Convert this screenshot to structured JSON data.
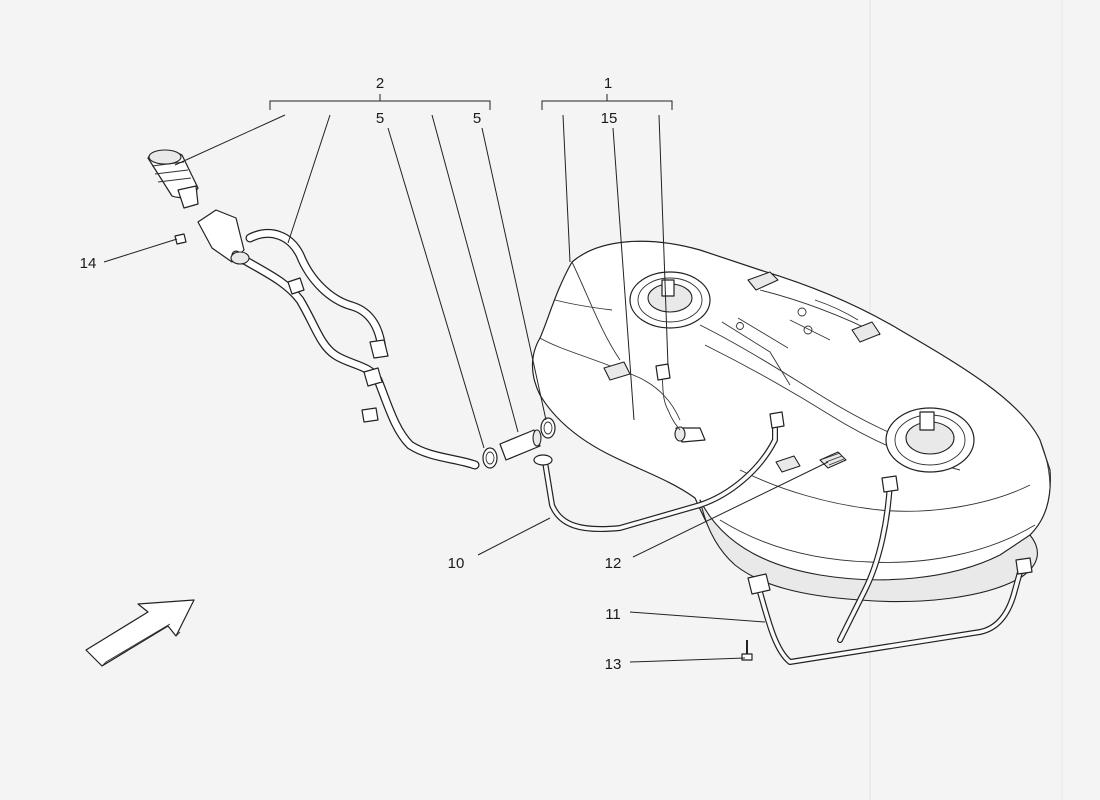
{
  "diagram": {
    "callouts": [
      {
        "id": "group-2",
        "label": "2"
      },
      {
        "id": "group-1",
        "label": "1"
      },
      {
        "id": "callout-5a",
        "label": "5"
      },
      {
        "id": "callout-5b",
        "label": "5"
      },
      {
        "id": "callout-15",
        "label": "15"
      },
      {
        "id": "callout-14",
        "label": "14"
      },
      {
        "id": "callout-10",
        "label": "10"
      },
      {
        "id": "callout-12",
        "label": "12"
      },
      {
        "id": "callout-11",
        "label": "11"
      },
      {
        "id": "callout-13",
        "label": "13"
      }
    ],
    "colors": {
      "line": "#222222",
      "background": "#f4f4f4",
      "part_fill": "#ffffff",
      "shade": "#e9e9e9"
    },
    "icons": [
      "direction-arrow-icon"
    ]
  }
}
